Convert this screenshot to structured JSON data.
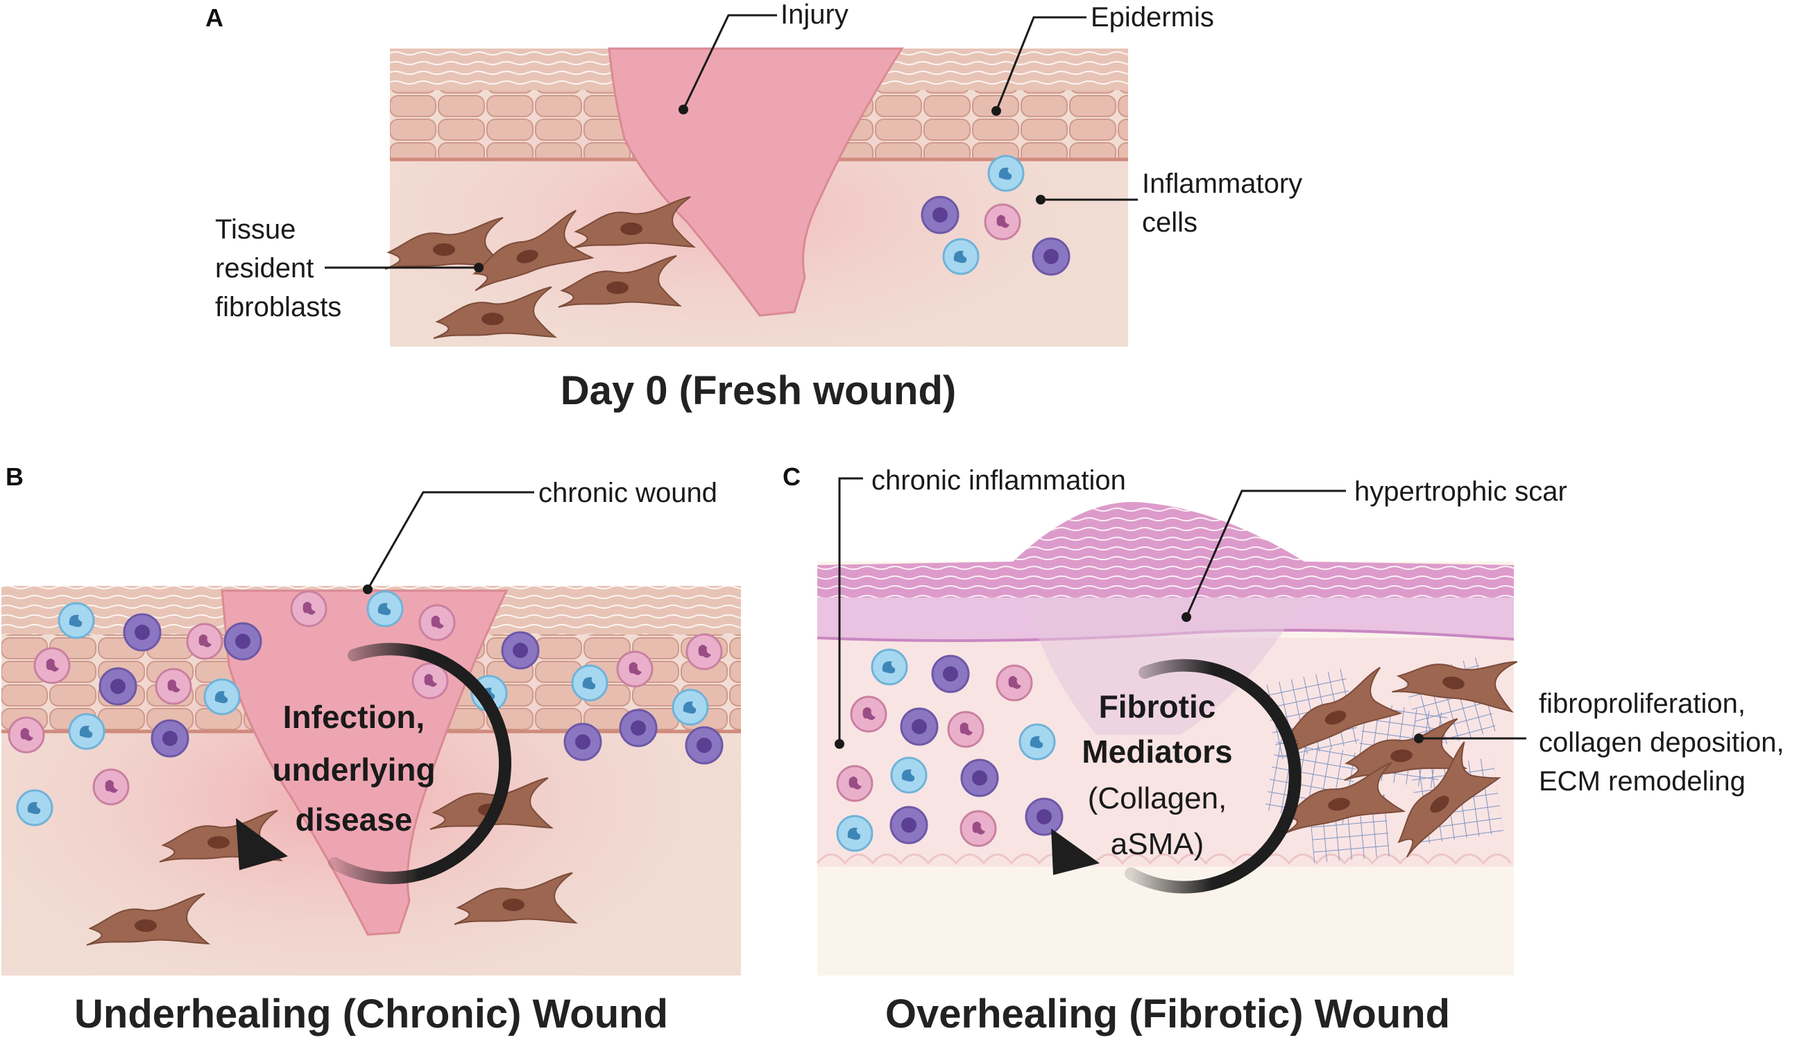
{
  "panel_a": {
    "letter": "A",
    "labels": {
      "injury": "Injury",
      "epidermis": "Epidermis",
      "inflammatory_1": "Inflammatory",
      "inflammatory_2": "cells",
      "fibroblasts_1": "Tissue",
      "fibroblasts_2": "resident",
      "fibroblasts_3": "fibroblasts"
    },
    "caption": "Day 0 (Fresh wound)"
  },
  "panel_b": {
    "letter": "B",
    "labels": {
      "chronic_wound": "chronic wound"
    },
    "center": [
      "Infection,",
      "underlying",
      "disease"
    ],
    "caption": "Underhealing (Chronic) Wound"
  },
  "panel_c": {
    "letter": "C",
    "labels": {
      "chronic_inflammation": "chronic inflammation",
      "hypertrophic_scar": "hypertrophic scar",
      "fibro_1": "fibroproliferation,",
      "fibro_2": "collagen deposition,",
      "fibro_3": "ECM remodeling"
    },
    "center_bold": [
      "Fibrotic",
      "Mediators"
    ],
    "center_regular": [
      "(Collagen,",
      "aSMA)"
    ],
    "caption": "Overhealing (Fibrotic) Wound"
  },
  "colors": {
    "skin_layer": "#e9c2b4",
    "dermis": "#f3dcd3",
    "wound": "#eea5b2",
    "fibroblast": "#9c6650",
    "macrophage": "#8b76c2",
    "neutrophil": "#e8a7c6",
    "lymphocyte": "#9fd2ec",
    "scar": "#e3b2d6",
    "mesh": "#7c94c2",
    "arrow": "#1e1e1e"
  }
}
